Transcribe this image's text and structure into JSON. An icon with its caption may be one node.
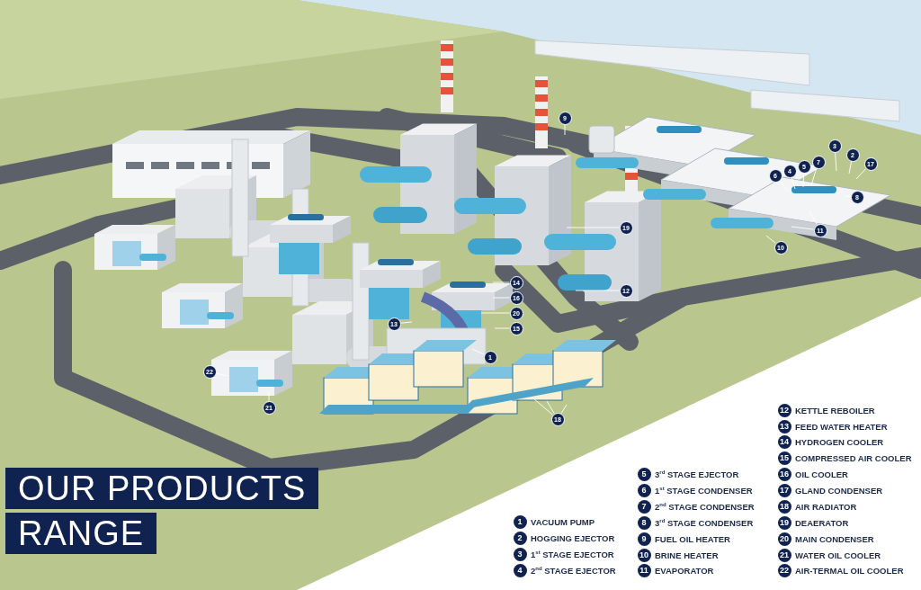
{
  "diagram": {
    "title": "OUR PRODUCTS RANGE",
    "nodes": [
      {
        "text": [
          "9"
        ]
      },
      {
        "text": [
          "7"
        ]
      },
      {
        "text": [
          "5"
        ]
      },
      {
        "text": [
          "4"
        ]
      },
      {
        "text": [
          "6"
        ]
      },
      {
        "text": [
          "3"
        ]
      },
      {
        "text": [
          "2"
        ]
      },
      {
        "text": [
          "17"
        ]
      },
      {
        "text": [
          "8"
        ]
      },
      {
        "text": [
          "19"
        ]
      },
      {
        "text": [
          "11"
        ]
      },
      {
        "text": [
          "10"
        ]
      },
      {
        "text": [
          "14"
        ]
      },
      {
        "text": [
          "16"
        ]
      },
      {
        "text": [
          "12"
        ]
      },
      {
        "text": [
          "20"
        ]
      },
      {
        "text": [
          "15"
        ]
      },
      {
        "text": [
          "13"
        ]
      },
      {
        "text": [
          "1"
        ]
      },
      {
        "text": [
          "22"
        ]
      },
      {
        "text": [
          "21"
        ]
      },
      {
        "text": [
          "18"
        ]
      }
    ],
    "edges": [
      {
        "from": 0,
        "to": null,
        "arrow": "none"
      },
      {
        "from": 1,
        "to": null,
        "arrow": "none"
      },
      {
        "from": 2,
        "to": null,
        "arrow": "none"
      },
      {
        "from": 3,
        "to": null,
        "arrow": "none"
      },
      {
        "from": 4,
        "to": null,
        "arrow": "none"
      },
      {
        "from": 5,
        "to": null,
        "arrow": "none"
      },
      {
        "from": 6,
        "to": null,
        "arrow": "none"
      },
      {
        "from": 7,
        "to": null,
        "arrow": "none"
      },
      {
        "from": 8,
        "to": null,
        "arrow": "none"
      },
      {
        "from": 9,
        "to": null,
        "arrow": "none"
      },
      {
        "from": 10,
        "to": null,
        "arrow": "none"
      },
      {
        "from": 10,
        "to": null,
        "arrow": "none"
      },
      {
        "from": 11,
        "to": null,
        "arrow": "none"
      },
      {
        "from": 12,
        "to": null,
        "arrow": "none"
      },
      {
        "from": 13,
        "to": null,
        "arrow": "none"
      },
      {
        "from": 14,
        "to": null,
        "arrow": "none"
      },
      {
        "from": 15,
        "to": null,
        "arrow": "none"
      },
      {
        "from": 16,
        "to": null,
        "arrow": "none"
      },
      {
        "from": 17,
        "to": null,
        "arrow": "none"
      },
      {
        "from": 18,
        "to": null,
        "arrow": "none"
      },
      {
        "from": 19,
        "to": null,
        "arrow": "none"
      },
      {
        "from": 20,
        "to": null,
        "arrow": "none"
      },
      {
        "from": 21,
        "to": null,
        "arrow": "none"
      },
      {
        "from": 21,
        "to": null,
        "arrow": "none"
      },
      {
        "from": 21,
        "to": null,
        "arrow": "none"
      }
    ],
    "labels": [
      "1",
      "VACUUM PUMP",
      "2",
      "HOGGING EJECTOR",
      "3",
      "1$^{st}$ STAGE EJECTOR",
      "4",
      "2$^{nd}$ STAGE EJECTOR",
      "5",
      "3$^{rd}$ STAGE EJECTOR",
      "6",
      "1$^{st}$ STAGE CONDENSER",
      "7",
      "2$^{nd}$ STAGE CONDENSER",
      "8",
      "3$^{rd}$ STAGE CONDENSER",
      "9",
      "FUEL OIL HEATER",
      "10",
      "BRINE HEATER",
      "11",
      "EVAPORATOR",
      "12",
      "KETTLE REBOILER",
      "13",
      "FEED WATER HEATER",
      "14",
      "HYDROGEN COOLER",
      "15",
      "COMPRESSED AIR COOLER",
      "16",
      "OIL COOLER",
      "17",
      "GLAND CONDENSER",
      "18",
      "AIR RADIATOR",
      "19",
      "DEAERATOR",
      "20",
      "MAIN CONDENSER",
      "21",
      "WATER OIL COOLER",
      "22",
      "AIR-TERMAL OIL COOLER"
    ]
  }
}
